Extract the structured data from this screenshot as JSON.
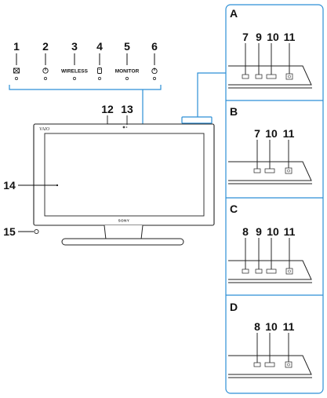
{
  "indicators": [
    {
      "number": "1",
      "icon": "mute-icon"
    },
    {
      "number": "2",
      "icon": "power-standby-icon"
    },
    {
      "number": "3",
      "label": "WIRELESS"
    },
    {
      "number": "4",
      "icon": "drive-icon"
    },
    {
      "number": "5",
      "label": "MONITOR"
    },
    {
      "number": "6",
      "icon": "power-icon"
    }
  ],
  "callouts": {
    "camera": "12",
    "camera_indicator": "13",
    "screen": "14",
    "sensor": "15"
  },
  "monitor_logos": {
    "brand": "VAIO",
    "maker": "SONY"
  },
  "panels": [
    {
      "letter": "A",
      "numbers": [
        "7",
        "9",
        "10",
        "11"
      ]
    },
    {
      "letter": "B",
      "numbers": [
        "7",
        "10",
        "11"
      ]
    },
    {
      "letter": "C",
      "numbers": [
        "8",
        "9",
        "10",
        "11"
      ]
    },
    {
      "letter": "D",
      "numbers": [
        "8",
        "10",
        "11"
      ]
    }
  ],
  "colors": {
    "callout_line": "#2c8fd6",
    "outline": "#222222"
  }
}
